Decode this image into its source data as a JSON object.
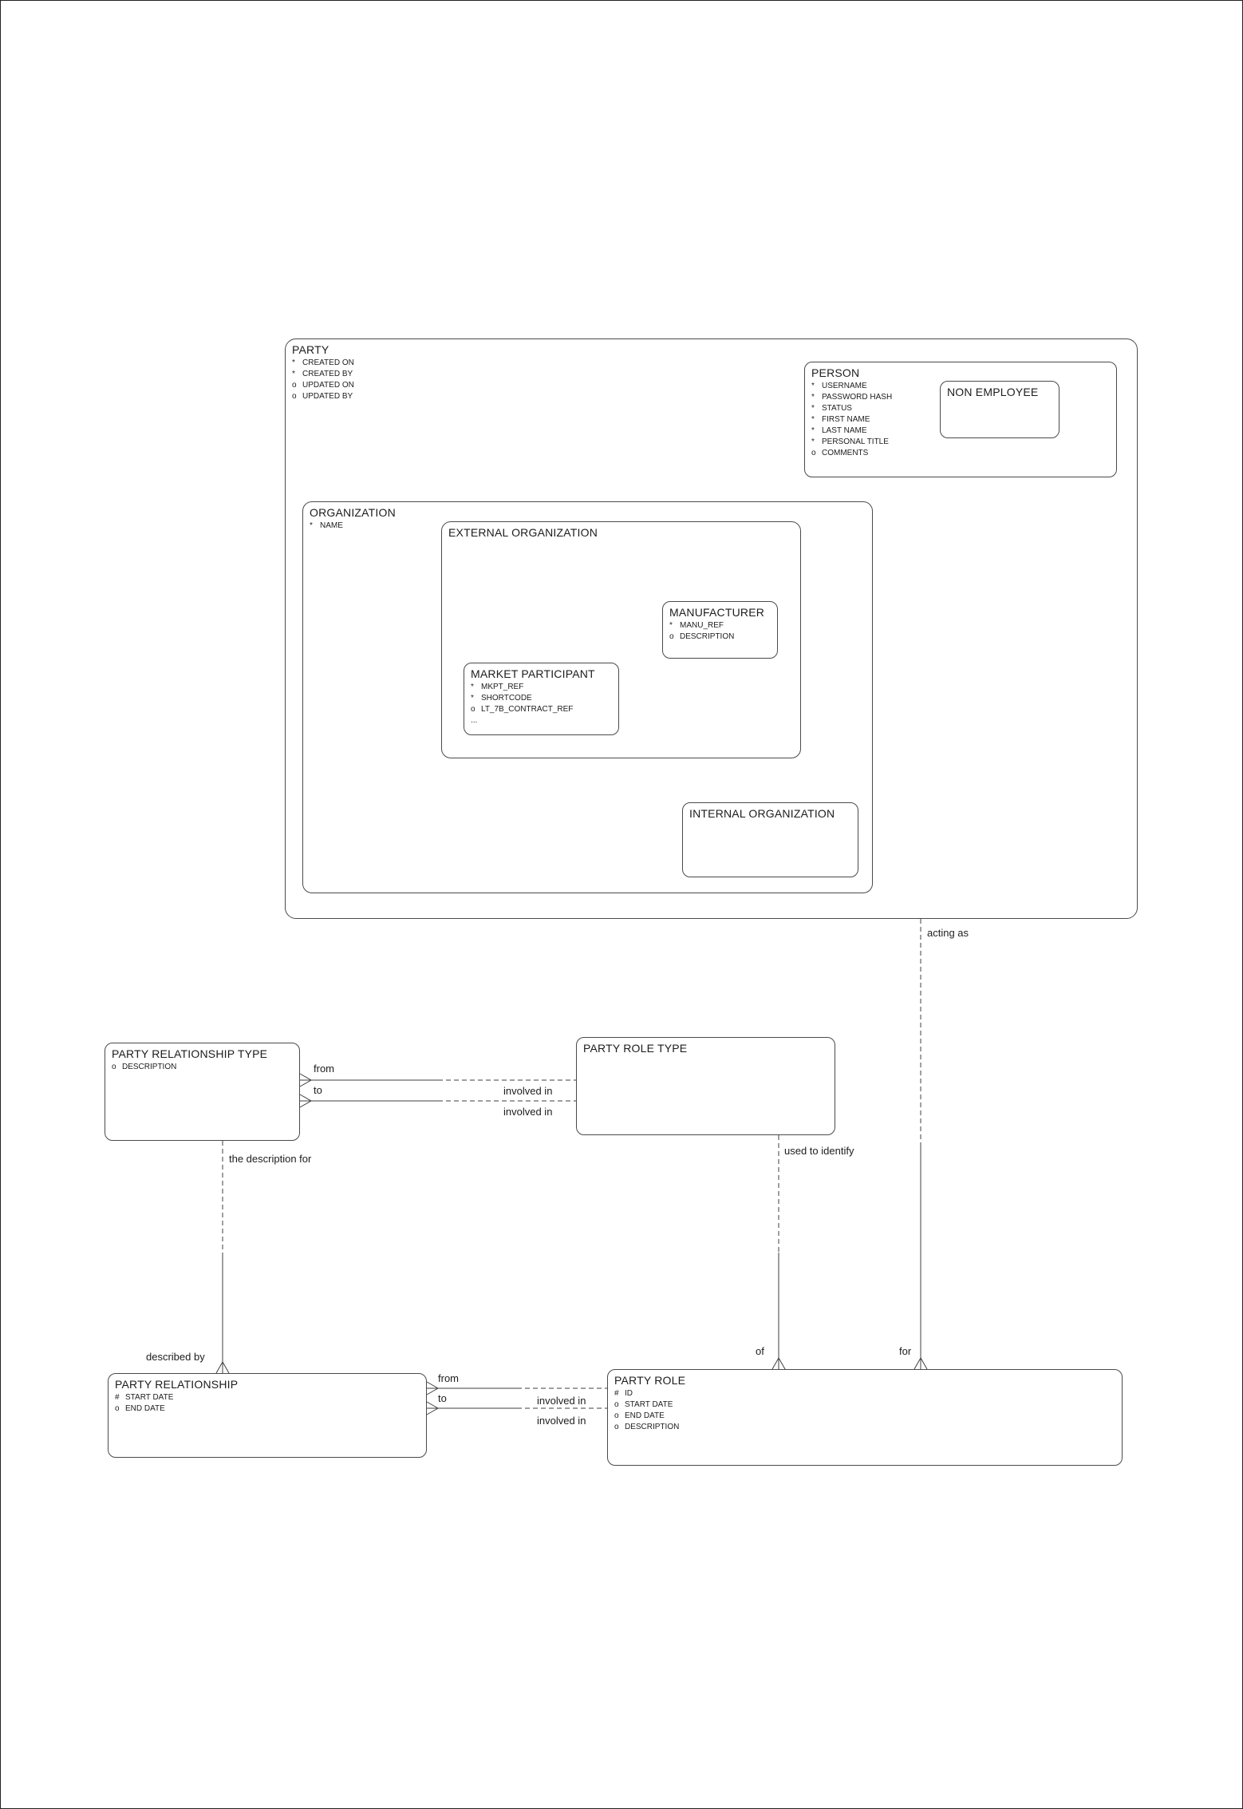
{
  "page": {
    "background": "#ffffff",
    "line_color": "#3f3f3f",
    "text_color": "#1c1c1c"
  },
  "entities": {
    "party": {
      "name": "PARTY",
      "attributes": [
        {
          "m": "*",
          "t": "CREATED ON"
        },
        {
          "m": "*",
          "t": "CREATED BY"
        },
        {
          "m": "o",
          "t": "UPDATED ON"
        },
        {
          "m": "o",
          "t": "UPDATED BY"
        }
      ]
    },
    "person": {
      "name": "PERSON",
      "attributes": [
        {
          "m": "*",
          "t": "USERNAME"
        },
        {
          "m": "*",
          "t": "PASSWORD HASH"
        },
        {
          "m": "*",
          "t": "STATUS"
        },
        {
          "m": "*",
          "t": "FIRST NAME"
        },
        {
          "m": "*",
          "t": "LAST NAME"
        },
        {
          "m": "*",
          "t": "PERSONAL TITLE"
        },
        {
          "m": "o",
          "t": "COMMENTS"
        }
      ]
    },
    "non_employee": {
      "name": "NON EMPLOYEE",
      "attributes": []
    },
    "organization": {
      "name": "ORGANIZATION",
      "attributes": [
        {
          "m": "*",
          "t": "NAME"
        }
      ]
    },
    "external_organization": {
      "name": "EXTERNAL ORGANIZATION",
      "attributes": []
    },
    "manufacturer": {
      "name": "MANUFACTURER",
      "attributes": [
        {
          "m": "*",
          "t": "MANU_REF"
        },
        {
          "m": "o",
          "t": "DESCRIPTION"
        }
      ]
    },
    "market_participant": {
      "name": "MARKET PARTICIPANT",
      "attributes": [
        {
          "m": "*",
          "t": "MKPT_REF"
        },
        {
          "m": "*",
          "t": "SHORTCODE"
        },
        {
          "m": "o",
          "t": "LT_7B_CONTRACT_REF"
        },
        {
          "m": "...",
          "t": ""
        }
      ]
    },
    "internal_organization": {
      "name": "INTERNAL ORGANIZATION",
      "attributes": []
    },
    "party_relationship_type": {
      "name": "PARTY RELATIONSHIP TYPE",
      "attributes": [
        {
          "m": "o",
          "t": "DESCRIPTION"
        }
      ]
    },
    "party_role_type": {
      "name": "PARTY ROLE TYPE",
      "attributes": []
    },
    "party_relationship": {
      "name": "PARTY RELATIONSHIP",
      "attributes": [
        {
          "m": "#",
          "t": "START DATE"
        },
        {
          "m": "o",
          "t": "END DATE"
        }
      ]
    },
    "party_role": {
      "name": "PARTY ROLE",
      "attributes": [
        {
          "m": "#",
          "t": "ID"
        },
        {
          "m": "o",
          "t": "START DATE"
        },
        {
          "m": "o",
          "t": "END DATE"
        },
        {
          "m": "o",
          "t": "DESCRIPTION"
        }
      ]
    }
  },
  "relationships": {
    "party_acting_as_party_role": {
      "label_near": "acting as",
      "label_far": "for"
    },
    "party_role_type_identifies_party_role": {
      "label_near": "used to identify",
      "label_far": "of"
    },
    "prt_description_for_party_relationship": {
      "label_near": "the description for",
      "label_far": "described by"
    },
    "prt_from_party_role_type": {
      "label_left": "from",
      "label_right": "involved in"
    },
    "prt_to_party_role_type": {
      "label_left": "to",
      "label_right": "involved in"
    },
    "party_relationship_from_party_role": {
      "label_left": "from",
      "label_right": "involved in"
    },
    "party_relationship_to_party_role": {
      "label_left": "to",
      "label_right": "involved in"
    }
  }
}
